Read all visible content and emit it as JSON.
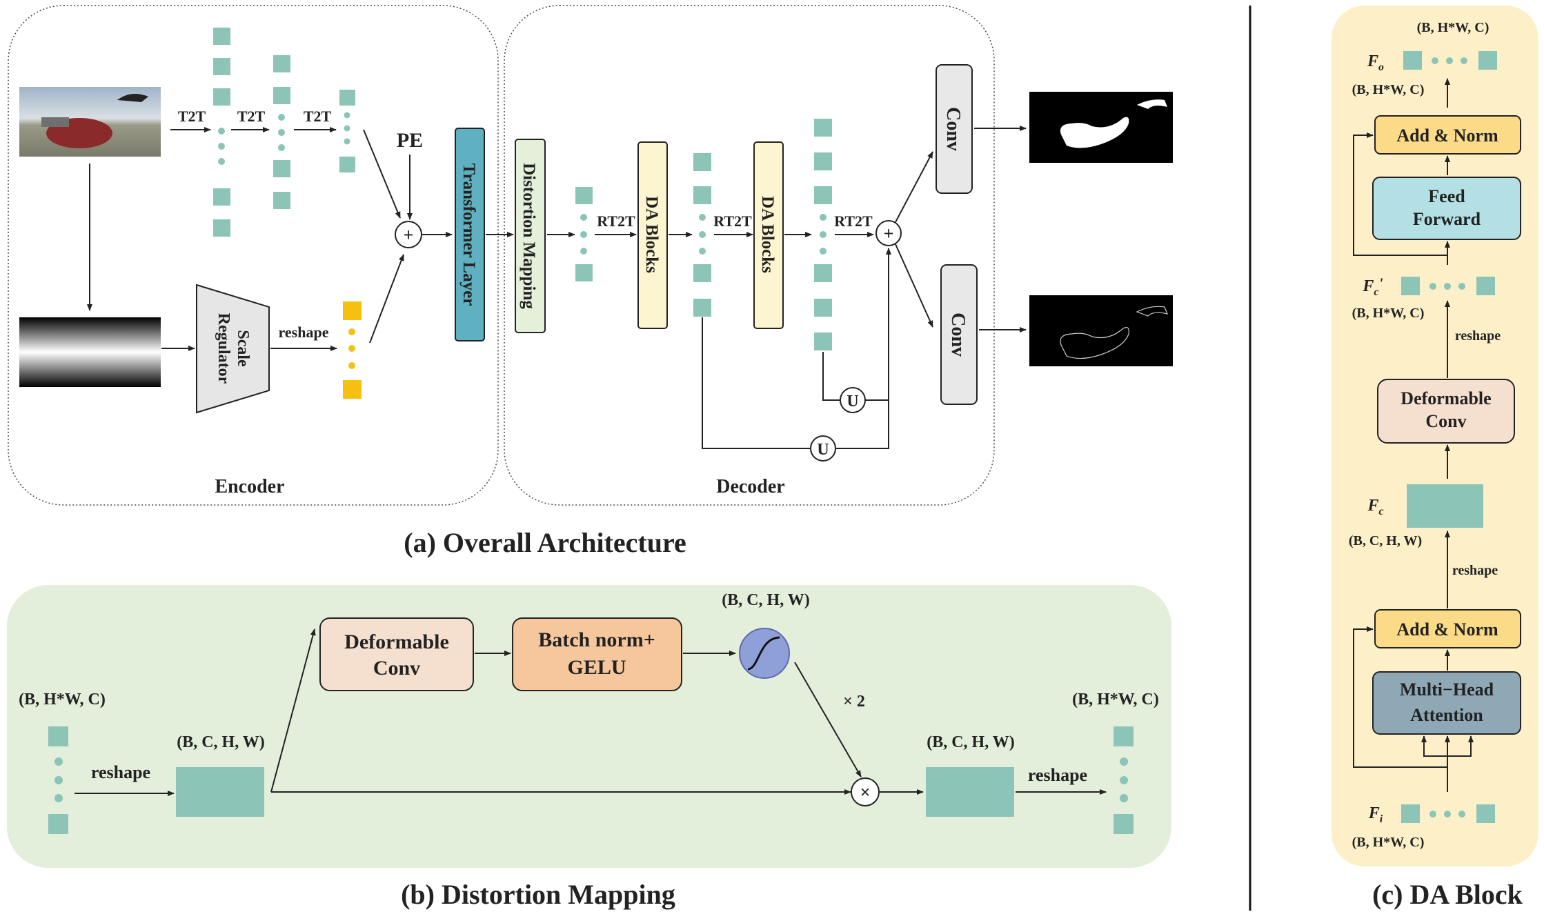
{
  "captions": {
    "overall": "(a) Overall Architecture",
    "distortion": "(b) Distortion Mapping",
    "da_block": "(c) DA Block"
  },
  "encoder": {
    "title": "Encoder",
    "t2t": "T2T",
    "pe": "PE",
    "scale_regulator_line1": "Scale",
    "scale_regulator_line2": "Regulator",
    "reshape": "reshape",
    "transformer_layer": "Transformer Layer"
  },
  "decoder": {
    "title": "Decoder",
    "distortion_mapping": "Distortion Mapping",
    "rt2t": "RT2T",
    "da_blocks": "DA Blocks",
    "conv": "Conv",
    "union": "U",
    "plus": "+"
  },
  "distortion_mapping": {
    "dim_bhwc": "(B, H*W, C)",
    "dim_bchw": "(B, C, H, W)",
    "reshape": "reshape",
    "deformable_line1": "Deformable",
    "deformable_line2": "Conv",
    "batchnorm_line1": "Batch norm+",
    "batchnorm_line2": "GELU",
    "times_two": "× 2",
    "multiply": "×"
  },
  "da_block": {
    "dim_bhwc": "(B, H*W, C)",
    "dim_bchw": "(B, C, H, W)",
    "f_o": "F",
    "f_o_sub": "o",
    "f_c_prime": "F",
    "f_c_prime_sub": "c",
    "prime": "'",
    "f_c": "F",
    "f_c_sub": "c",
    "f_i": "F",
    "f_i_sub": "i",
    "add_norm": "Add & Norm",
    "feed_forward_line1": "Feed",
    "feed_forward_line2": "Forward",
    "deformable_line1": "Deformable",
    "deformable_line2": "Conv",
    "mha_line1": "Multi−Head",
    "mha_line2": "Attention",
    "reshape": "reshape"
  },
  "colors": {
    "token": "#8cc4b8",
    "yellow_token": "#f5c00f",
    "panel_green": "#e3eedb",
    "panel_yellow": "#fdf0c8",
    "transformer": "#5fb0c0",
    "distortion_box": "#e4f0da",
    "da_blocks": "#fdf4d0",
    "conv_box": "#e8e8e8",
    "deformable": "#f5e0d0",
    "batchnorm": "#f6c79c",
    "add_norm": "#fbdb88",
    "feed_forward": "#b2e0e4",
    "mha": "#8fa8b6",
    "sigmoid": "#8f9fd8"
  }
}
